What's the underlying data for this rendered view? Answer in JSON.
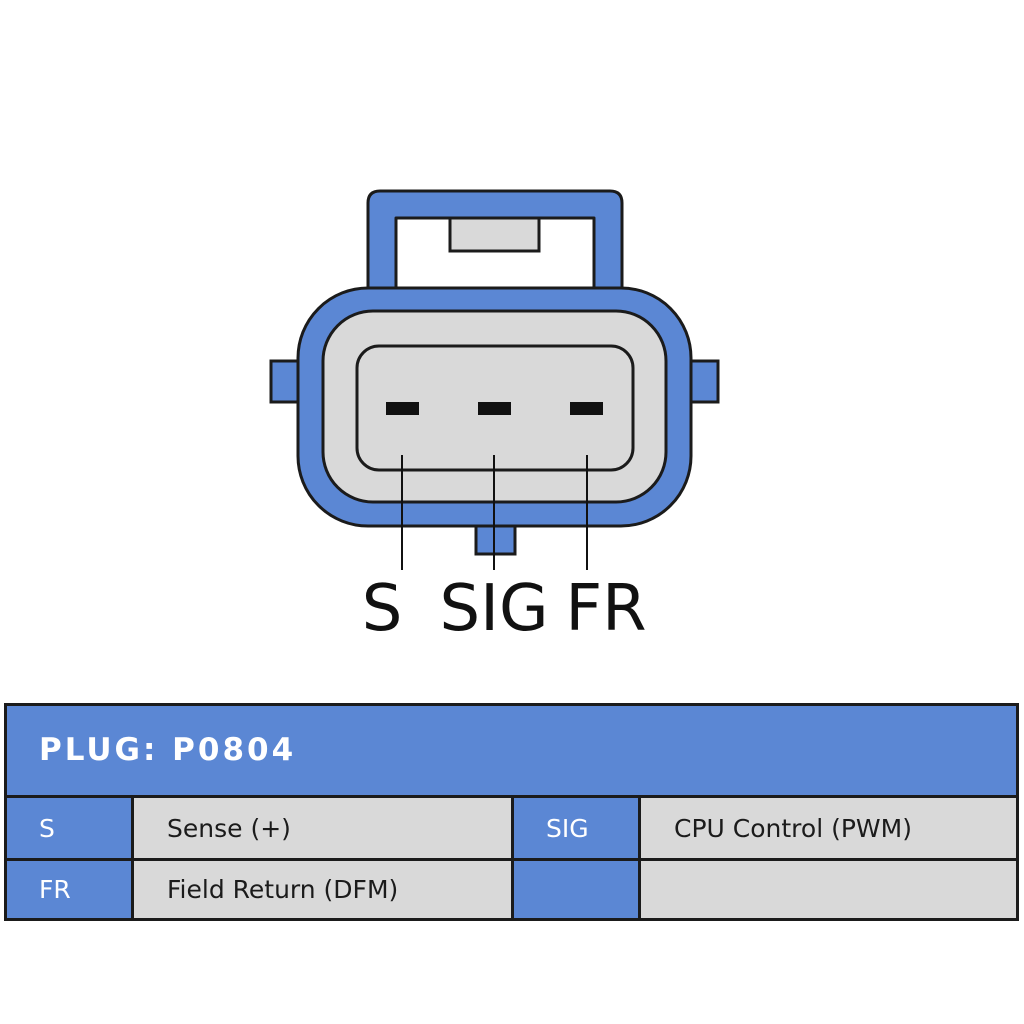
{
  "colors": {
    "connector_blue": "#5b87d4",
    "connector_grey": "#d9d9d9",
    "outline": "#1b1b1b",
    "header_bg": "#5b87d4",
    "cell_bg": "#d9d9d9"
  },
  "connector": {
    "pins": [
      "S",
      "SIG",
      "FR"
    ]
  },
  "plug": {
    "title": "PLUG: P0804",
    "rows": [
      [
        {
          "code": "S",
          "description": "Sense (+)"
        },
        {
          "code": "SIG",
          "description": "CPU Control (PWM)"
        }
      ],
      [
        {
          "code": "FR",
          "description": "Field Return (DFM)"
        },
        {
          "code": "",
          "description": ""
        }
      ]
    ]
  }
}
